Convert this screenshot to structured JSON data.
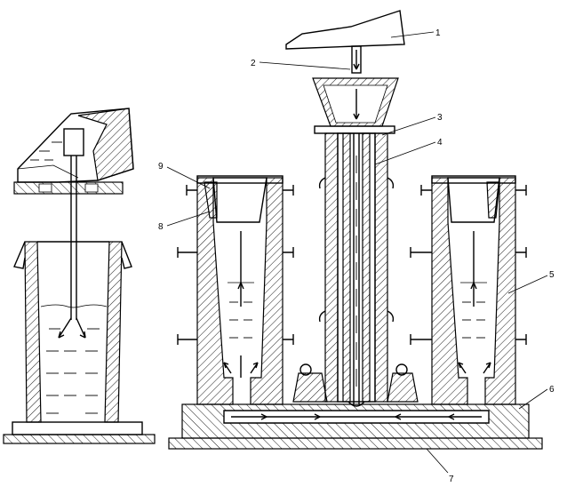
{
  "labels": [
    {
      "id": "1",
      "text": "1"
    },
    {
      "id": "2",
      "text": "2"
    },
    {
      "id": "3",
      "text": "3"
    },
    {
      "id": "4",
      "text": "4"
    },
    {
      "id": "5",
      "text": "5"
    },
    {
      "id": "6",
      "text": "6"
    },
    {
      "id": "7",
      "text": "7"
    },
    {
      "id": "8",
      "text": "8"
    },
    {
      "id": "9",
      "text": "9"
    }
  ],
  "colors": {
    "line": "#000000",
    "background": "#ffffff"
  }
}
